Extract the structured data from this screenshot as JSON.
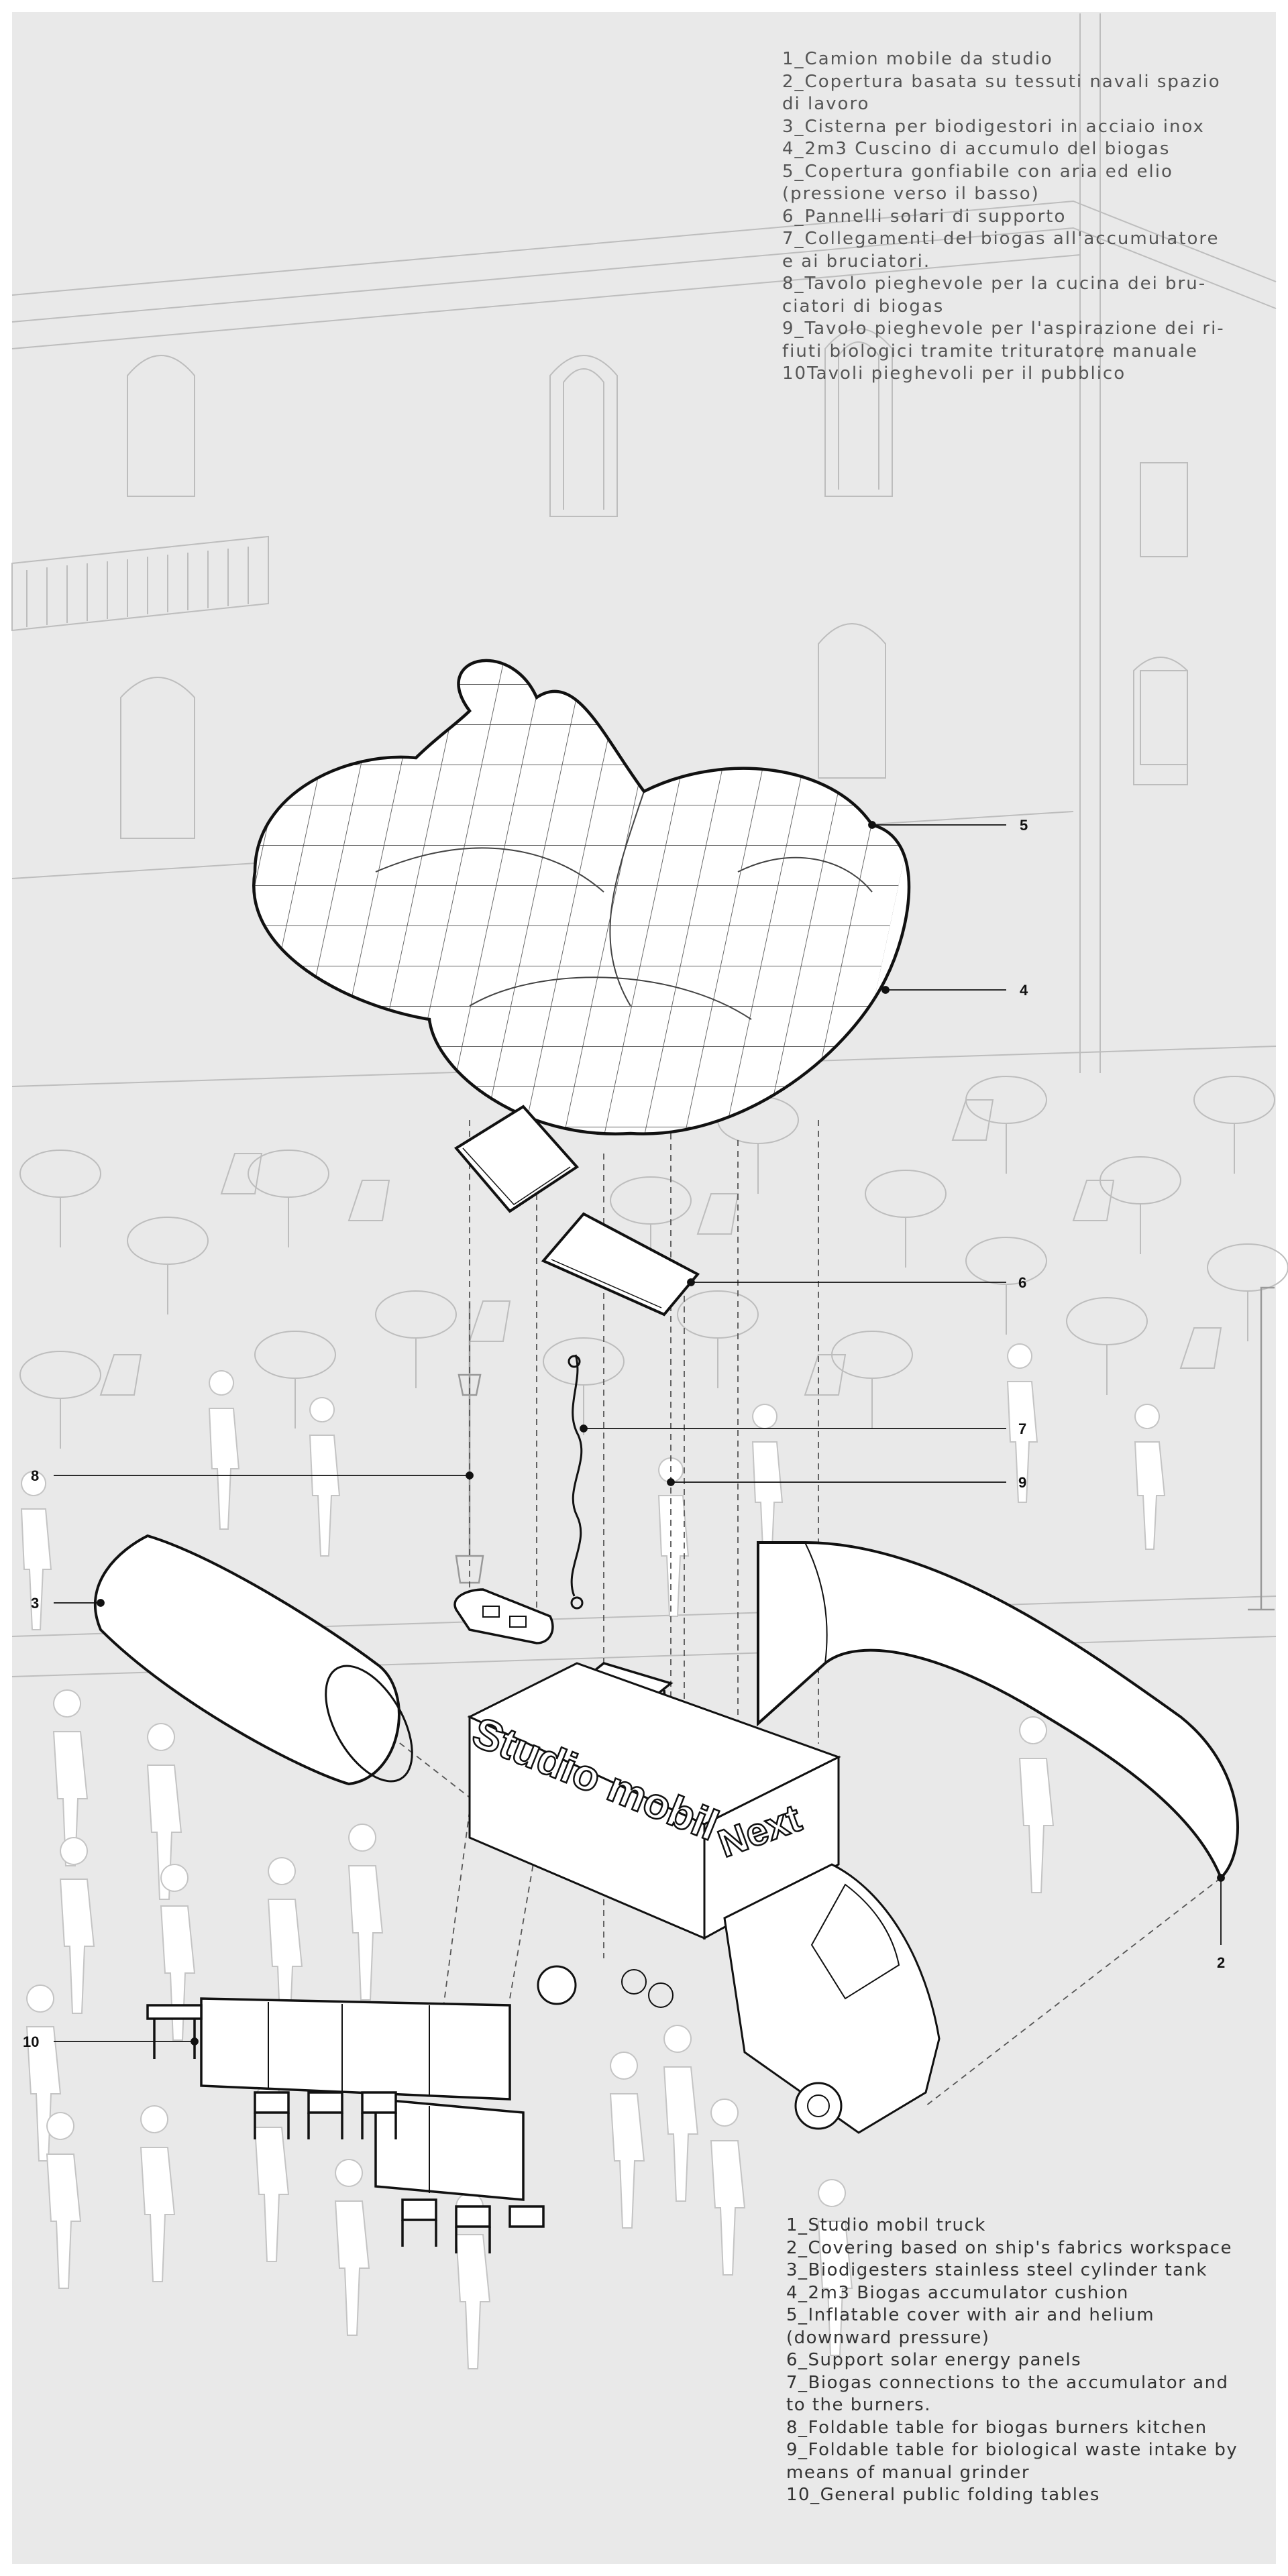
{
  "legend_it": [
    "1_Camion mobile da studio",
    "2_Copertura basata su tessuti navali spazio",
    "di lavoro",
    "3_Cisterna per biodigestori in acciaio inox",
    "4_2m3 Cuscino di accumulo del biogas",
    "5_Copertura gonfiabile con aria ed elio",
    "(pressione verso il basso)",
    "6_Pannelli solari di supporto",
    "7_Collegamenti del biogas all'accumulatore",
    "e ai bruciatori.",
    "8_Tavolo pieghevole per la cucina dei bru-",
    "ciatori di biogas",
    "9_Tavolo pieghevole per l'aspirazione dei ri-",
    "fiuti biologici tramite trituratore manuale",
    "10Tavoli pieghevoli per il pubblico"
  ],
  "legend_en": [
    "1_Studio mobil truck",
    "2_Covering based on ship's fabrics workspace",
    "3_Biodigesters stainless steel cylinder tank",
    "4_2m3 Biogas accumulator cushion",
    "5_Inflatable cover with air and helium",
    "(downward pressure)",
    "6_Support solar energy panels",
    "7_Biogas connections to the accumulator and",
    "to the burners.",
    "8_Foldable table for biogas burners kitchen",
    "9_Foldable table for biological waste intake by",
    "means of manual grinder",
    "10_General public folding tables"
  ],
  "callouts": {
    "c2": "2",
    "c3": "3",
    "c4": "4",
    "c5": "5",
    "c6": "6",
    "c7": "7",
    "c8": "8",
    "c9": "9",
    "c10": "10"
  },
  "truck": {
    "side_text": "Studio mobil",
    "front_text": "Next"
  },
  "colors": {
    "background": "#e9e9e9",
    "line": "#111111",
    "ghost": "#bdbdbd",
    "text": "#555555"
  }
}
